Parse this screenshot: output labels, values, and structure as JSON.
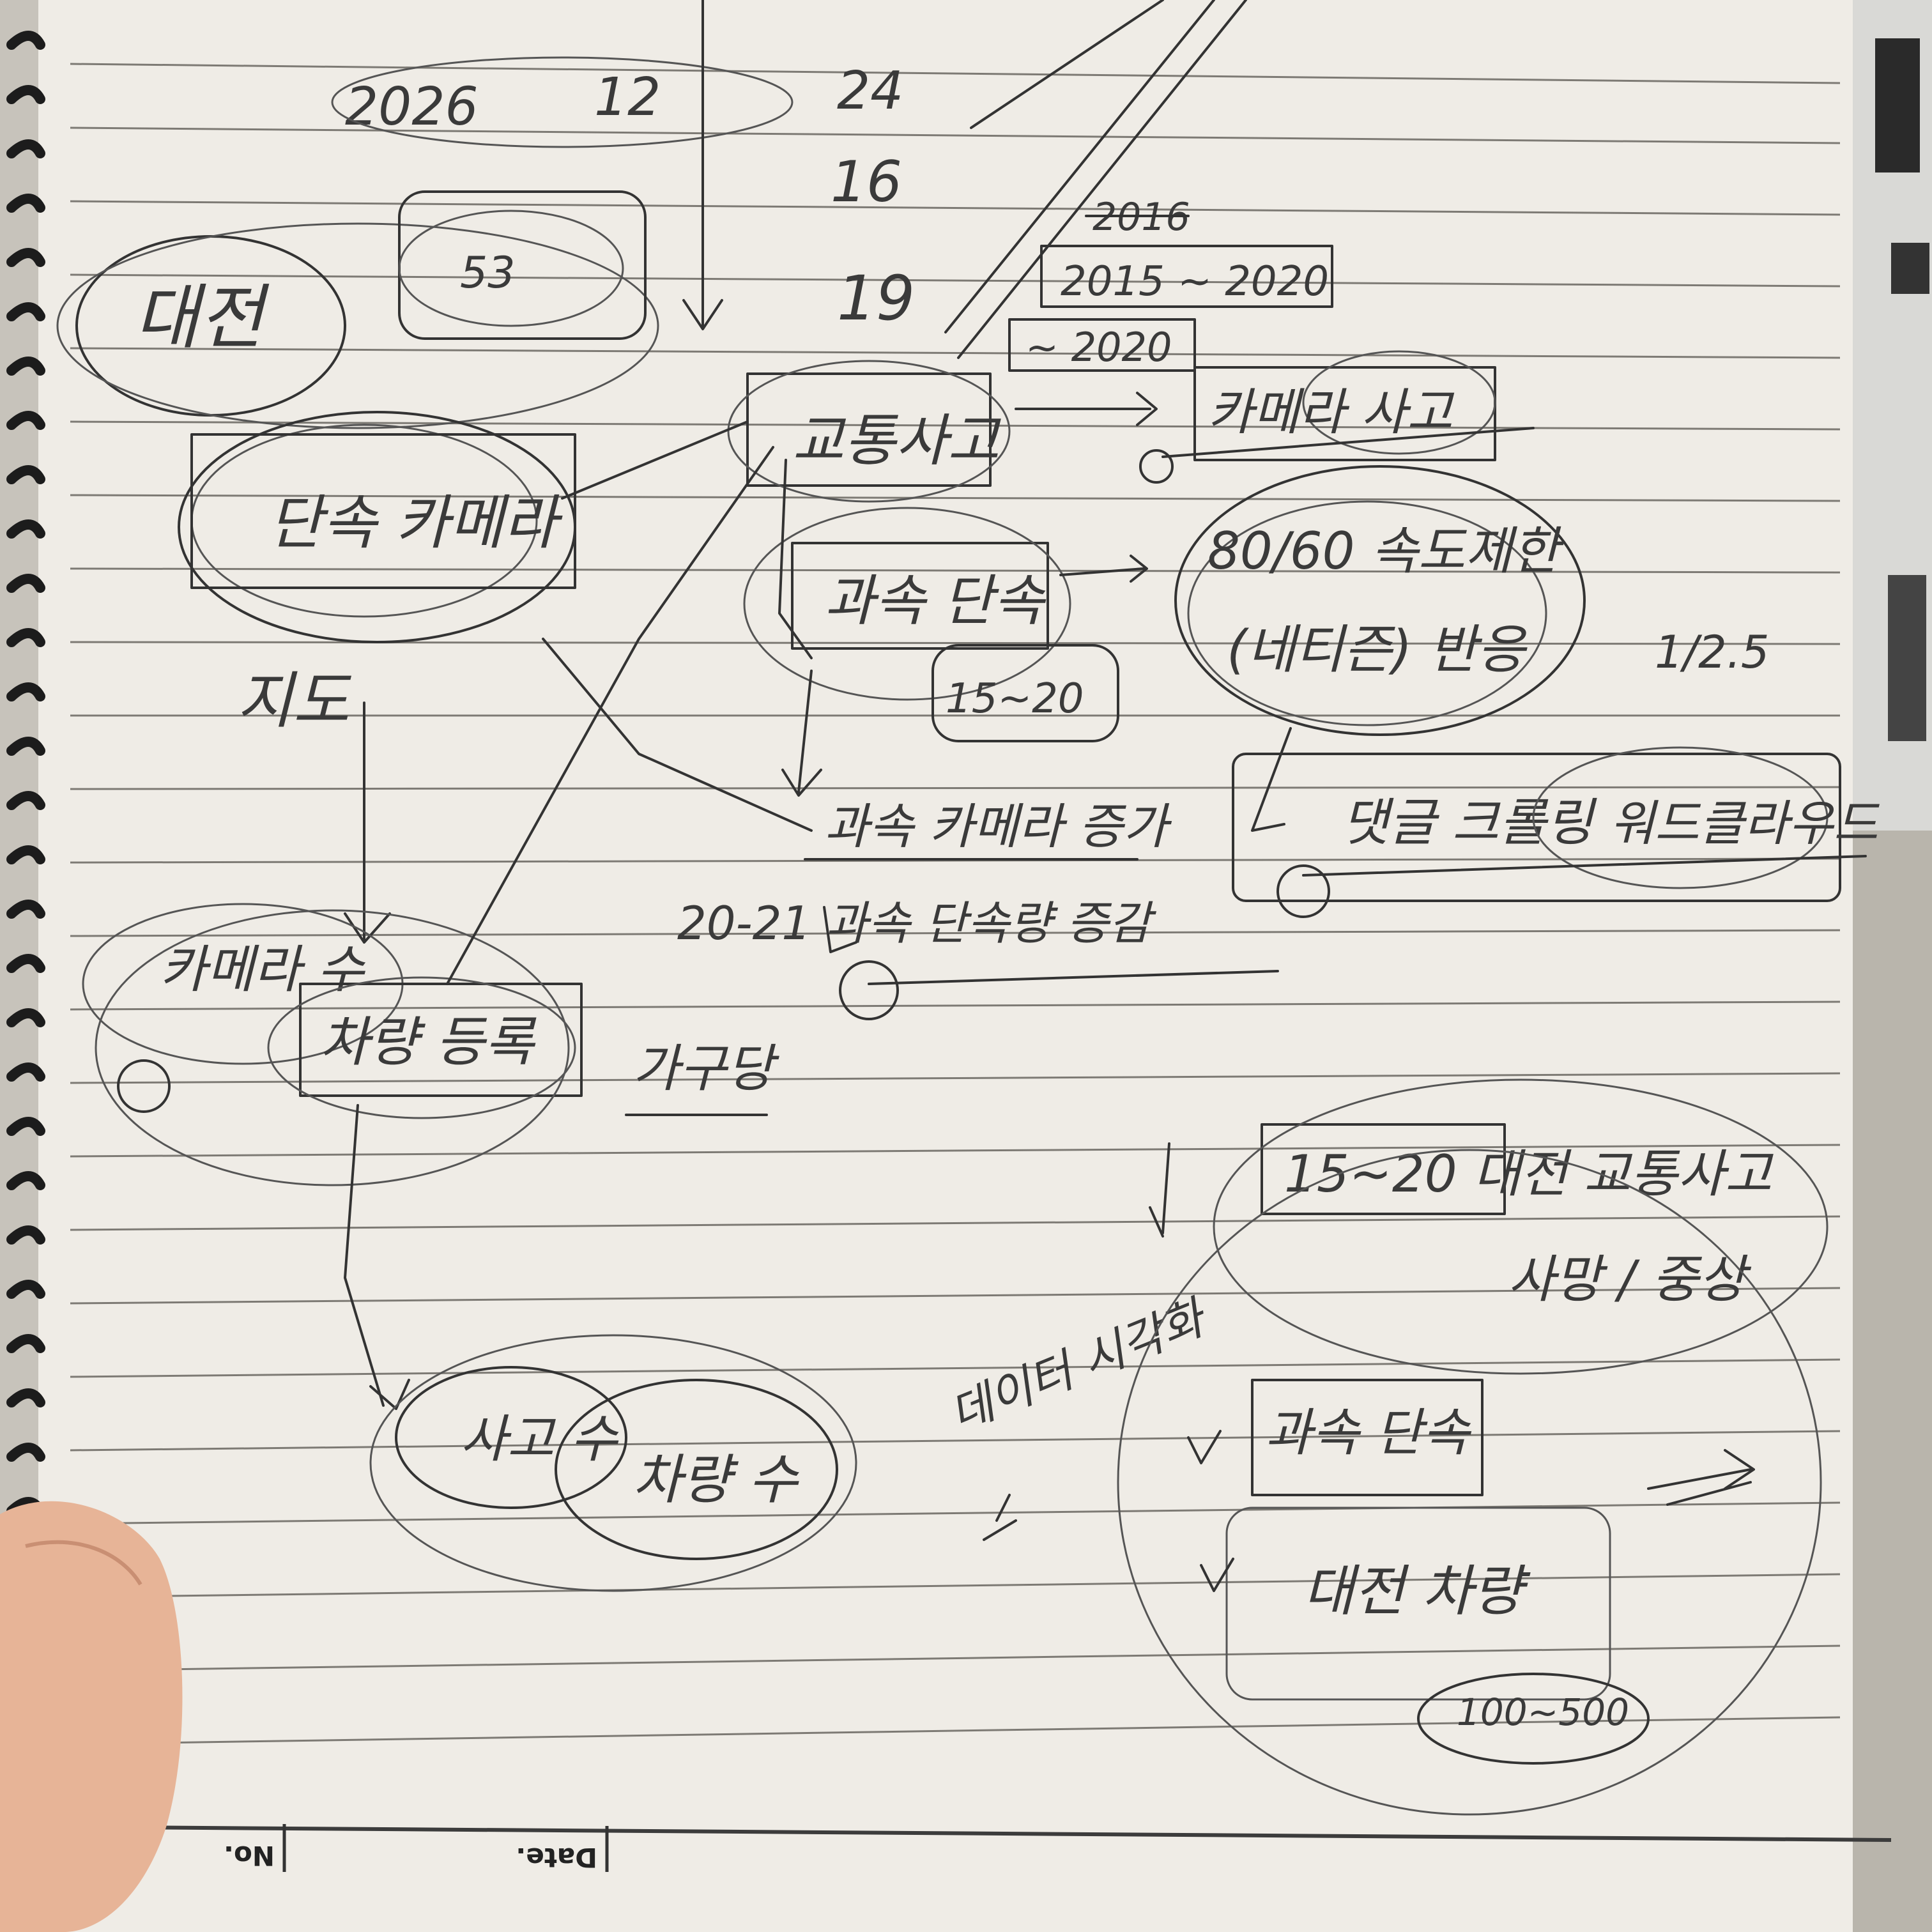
{
  "page_header": {
    "date_label": "Date.",
    "no_label": "No."
  },
  "notes": {
    "row_1": [
      "2026",
      "12",
      "24"
    ],
    "row_2": [
      "16"
    ],
    "row_3": [
      "19"
    ],
    "years_struck": "2016",
    "years_range": "2015 ~ 2020",
    "until_2020": "~ 2020",
    "daejeon": "대전",
    "daejeon_count": "53",
    "speed_camera": "단속 카메라",
    "accidents": "교통사고",
    "camera_accident": "카메라 사고",
    "speeding_enforcement": "과속 단속",
    "range_15_20": "15~20",
    "speed_limit": "80/60 속도제한",
    "netizen_reaction": "(네티즌) 반응",
    "limit_note": "1/2.5",
    "map": "지도",
    "camera_count": "카메라 수",
    "camera_increase": "과속 카메라 증가",
    "comment_crawling": "댓글 크롤링",
    "word_cloud": "워드클라우드",
    "enforcement_change": "20-21 과속 단속량 증감",
    "registered_vehicles": "차량 등록",
    "per_household": "가구당",
    "accident_count": "사고 수",
    "vehicle_count": "차량 수",
    "data_visualization": "데이터 시각화",
    "daejeon_accidents": "15~20 대전 교통사고",
    "death_injury": "사망 / 중상",
    "speeding_enforcement_2": "과속 단속",
    "daejeon_vehicles": "대전 차량",
    "range_100_500": "100~500"
  },
  "colors": {
    "paper": "#efece6",
    "ink": "#333333",
    "lines": "#7d7a74",
    "spiral": "#1c1c1c",
    "skin": "#e7b497",
    "background": "#b9b5ac"
  }
}
